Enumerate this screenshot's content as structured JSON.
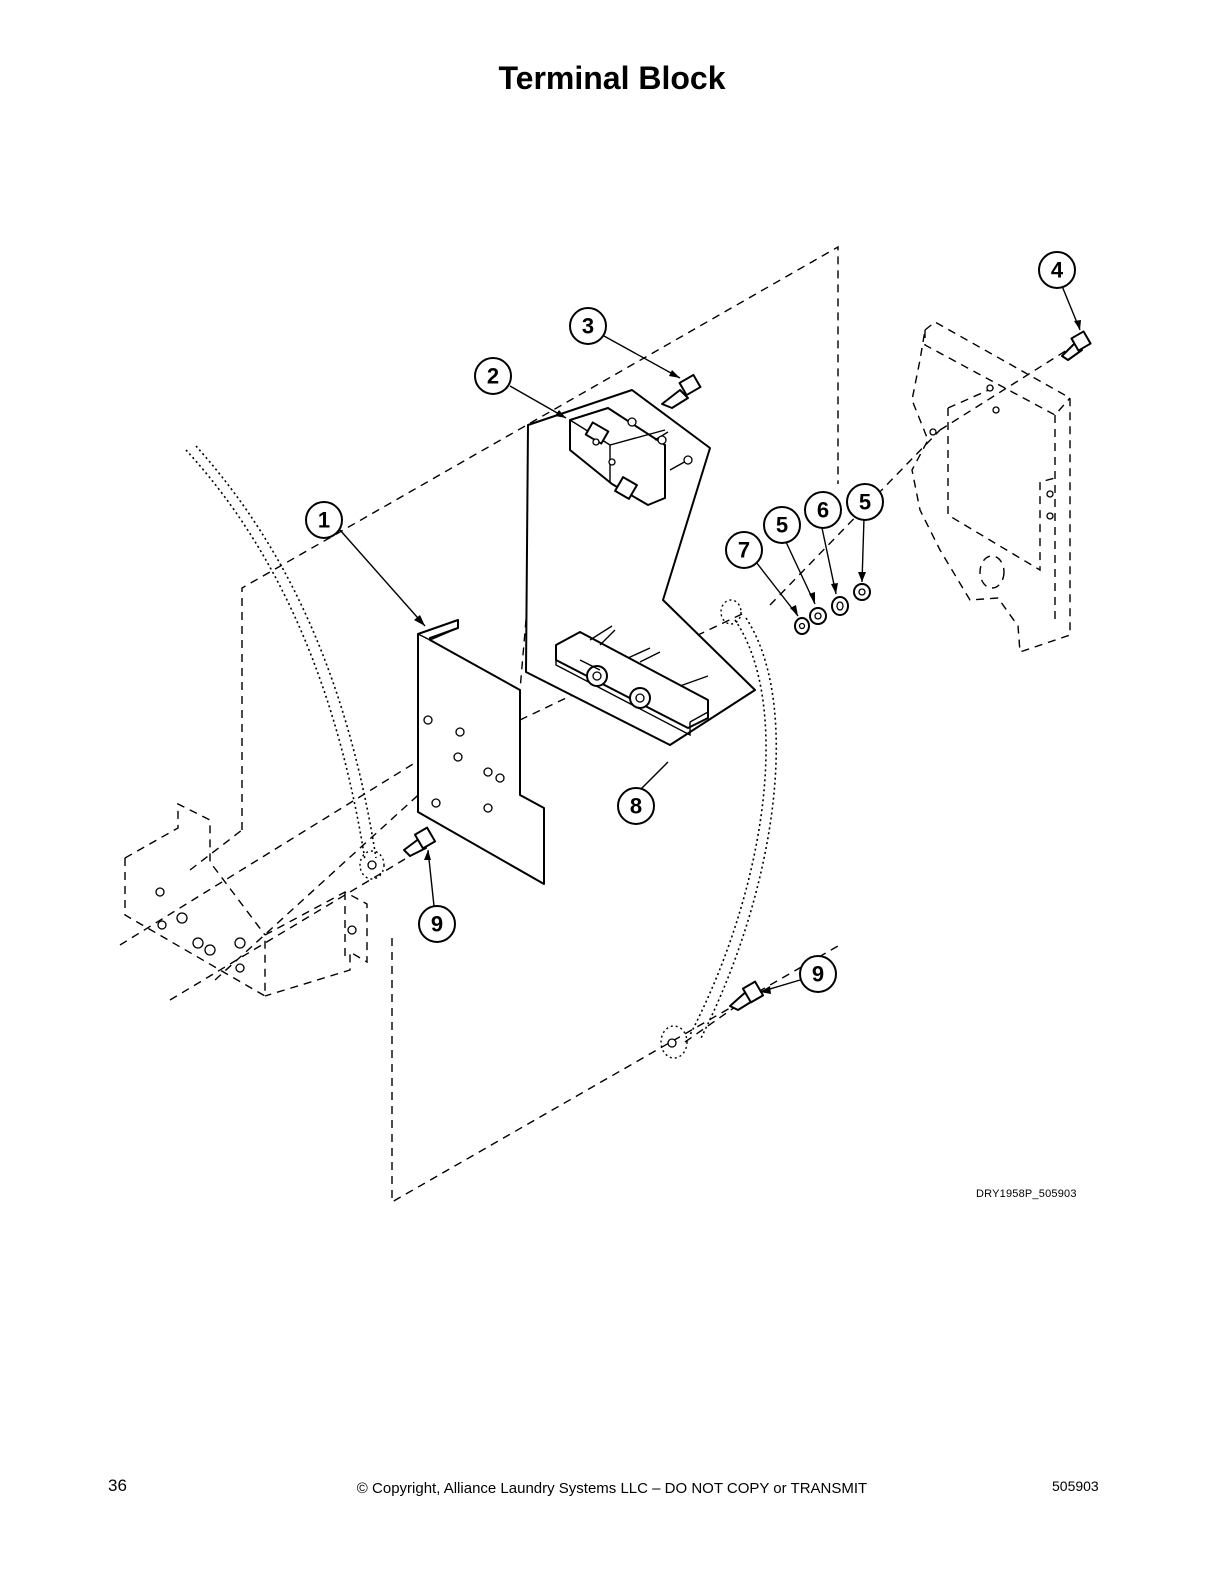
{
  "page": {
    "title": "Terminal Block",
    "drawing_code": "DRY1958P_505903",
    "page_number": "36",
    "copyright": "© Copyright, Alliance Laundry Systems LLC – DO NOT COPY or TRANSMIT",
    "doc_number": "505903"
  },
  "callouts": [
    {
      "label": "1"
    },
    {
      "label": "2"
    },
    {
      "label": "3"
    },
    {
      "label": "4"
    },
    {
      "label": "5"
    },
    {
      "label": "6"
    },
    {
      "label": "5"
    },
    {
      "label": "7"
    },
    {
      "label": "8"
    },
    {
      "label": "9"
    },
    {
      "label": "9"
    }
  ]
}
